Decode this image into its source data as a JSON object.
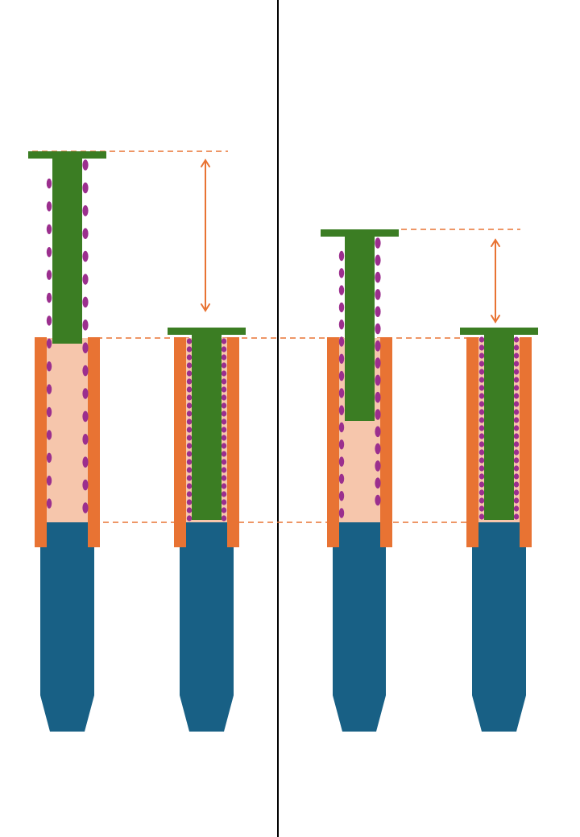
{
  "diagram": {
    "description_labels": [],
    "colors": {
      "background": "#ffffff",
      "divider": "#000000",
      "sleeve": "#e87333",
      "chamber": "#f6c6ac",
      "plunger": "#3b7d23",
      "particles": "#9b2f8e",
      "nozzle": "#186085",
      "guide_lines": "#e87333"
    },
    "panels": [
      {
        "name": "left-panel",
        "assemblies": [
          "extended",
          "pressed"
        ]
      },
      {
        "name": "right-panel",
        "assemblies": [
          "partially-extended",
          "pressed"
        ]
      }
    ]
  }
}
